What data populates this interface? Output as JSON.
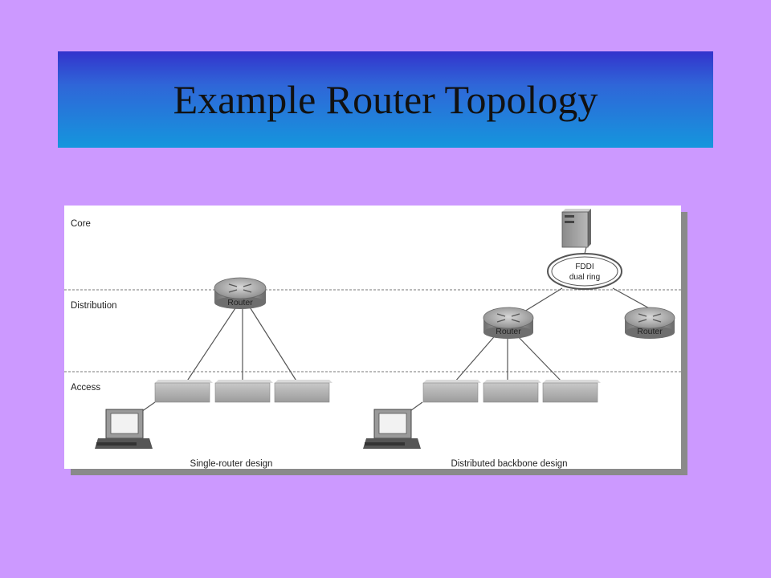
{
  "slide": {
    "title": "Example Router Topology"
  },
  "diagram": {
    "layers": {
      "core": "Core",
      "distribution": "Distribution",
      "access": "Access"
    },
    "left": {
      "router": "Router",
      "caption": "Single-router design"
    },
    "right": {
      "ring_line1": "FDDI",
      "ring_line2": "dual ring",
      "router_main": "Router",
      "router_side": "Router",
      "caption": "Distributed backbone design"
    }
  },
  "colors": {
    "background": "#cc99ff",
    "title_top": "#3333cc",
    "title_bottom": "#1596dd"
  }
}
